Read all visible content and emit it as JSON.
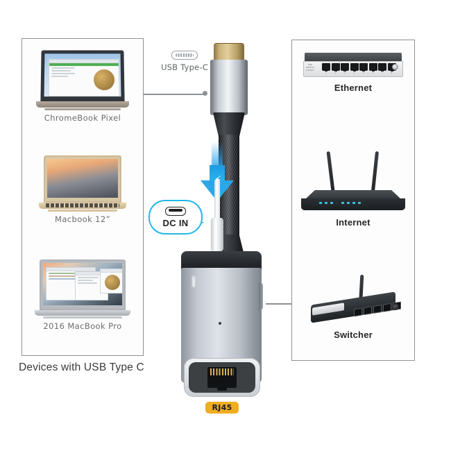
{
  "diagram": {
    "title": "USB Type-C to RJ45 Ethernet adapter connection diagram",
    "accent_blue": "#2ba7ea",
    "badge_yellow": "#f0ad20",
    "line_gray": "#8d9296"
  },
  "left_panel": {
    "caption": "Devices with USB Type C",
    "devices": [
      {
        "label": "ChromeBook Pixel",
        "icon": "laptop-icon"
      },
      {
        "label": "Macbook 12”",
        "icon": "laptop-icon"
      },
      {
        "label": "2016 MacBook Pro",
        "icon": "laptop-icon"
      }
    ]
  },
  "right_panel": {
    "devices": [
      {
        "label": "Ethernet",
        "icon": "network-switch-icon"
      },
      {
        "label": "Internet",
        "icon": "wifi-router-icon"
      },
      {
        "label": "Switcher",
        "icon": "switch-router-icon"
      }
    ]
  },
  "callouts": {
    "usb_type_c": {
      "label": "USB Type-C",
      "icon": "usb-c-connector-icon"
    },
    "dc_in": {
      "label": "DC IN",
      "icon": "usb-c-connector-icon"
    }
  },
  "ports": {
    "rj45": {
      "badge": "RJ45",
      "icon": "rj45-port-icon"
    }
  },
  "hardware": {
    "plug": "usb-c-male-plug",
    "cable": "braided-cable",
    "adapter": "usb-c-to-ethernet-adapter",
    "power_plug": "dc-power-plug",
    "arrow": "insert-direction-arrow"
  }
}
